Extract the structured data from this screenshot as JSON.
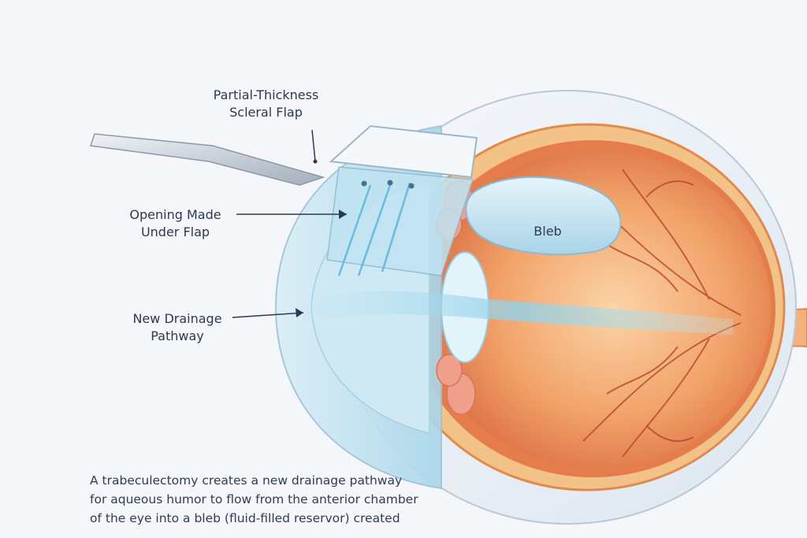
{
  "labels": {
    "scleral_flap": [
      "Partial-Thickness",
      "Scleral Flap"
    ],
    "opening": [
      "Opening Made",
      "Under Flap"
    ],
    "drainage": [
      "New Drainage",
      "Pathway"
    ],
    "bleb": "Bleb"
  },
  "caption": [
    "A trabeculectomy creates a new drainage pathway",
    "for aqueous humor to flow from the anterior chamber",
    "of the eye into a bleb (fluid-filled reservor) created"
  ],
  "colors": {
    "background": "#f4f6f9",
    "text": "#2c3a4f",
    "sclera": "#e8eef5",
    "retina": "#e58a4c",
    "choroid": "#c8583a",
    "aqueous": "#7ec8e3",
    "iris_tissue": "#f0a08a",
    "scalpel": "#9aa6b4"
  }
}
